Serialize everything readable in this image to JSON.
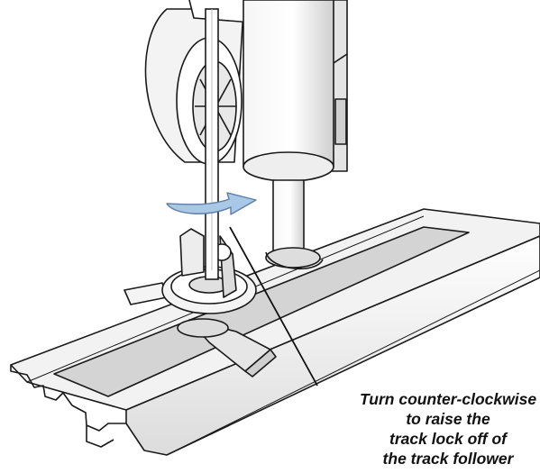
{
  "callout": {
    "lines": [
      "Turn counter-clockwise",
      "to raise the",
      "track lock off of",
      "the track follower"
    ]
  },
  "colors": {
    "arrow_fill": "#a9c7e6",
    "arrow_stroke": "#5f7fa8",
    "line_art": "#1a1a1a",
    "metal_light": "#f4f4f4",
    "metal_shade": "#d6d6d6"
  },
  "icons": {
    "rotation": "counter-clockwise-arrow-icon"
  }
}
